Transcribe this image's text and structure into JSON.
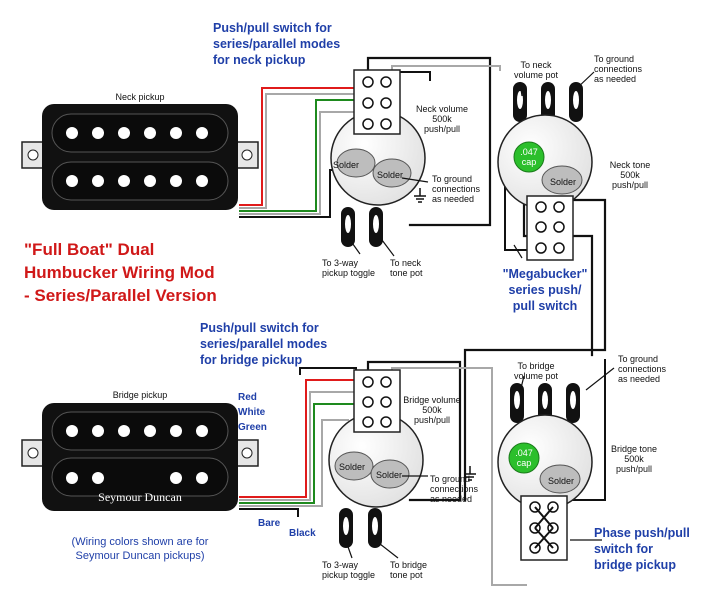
{
  "title": {
    "line1": "\"Full Boat\" Dual",
    "line2": "Humbucker Wiring Mod",
    "line3": "- Series/Parallel Version"
  },
  "neck": {
    "pickup_label": "Neck pickup",
    "callout": [
      "Push/pull switch for",
      "series/parallel modes",
      "for neck pickup"
    ],
    "volume": [
      "Neck volume",
      "500k",
      "push/pull"
    ],
    "tone": [
      "Neck tone",
      "500k",
      "push/pull"
    ],
    "to_neck_volume": [
      "To neck",
      "volume pot"
    ],
    "ground_top": [
      "To ground",
      "connections",
      "as needed"
    ],
    "ground_mid": [
      "To ground",
      "connections",
      "as needed"
    ],
    "to_toggle": [
      "To 3-way",
      "pickup toggle"
    ],
    "to_tone": [
      "To neck",
      "tone pot"
    ],
    "megabucker": [
      "\"Megabucker\"",
      "series push/",
      "pull switch"
    ]
  },
  "bridge": {
    "pickup_label": "Bridge pickup",
    "brand": "Seymour Duncan",
    "callout": [
      "Push/pull switch for",
      "series/parallel modes",
      "for bridge pickup"
    ],
    "volume": [
      "Bridge volume",
      "500k",
      "push/pull"
    ],
    "tone": [
      "Bridge tone",
      "500k",
      "push/pull"
    ],
    "to_bridge_volume": [
      "To bridge",
      "volume pot"
    ],
    "ground_top": [
      "To ground",
      "connections",
      "as needed"
    ],
    "ground_mid": [
      "To ground",
      "connections",
      "as needed"
    ],
    "to_toggle": [
      "To 3-way",
      "pickup toggle"
    ],
    "to_tone": [
      "To bridge",
      "tone pot"
    ],
    "phase": [
      "Phase push/pull",
      "switch for",
      "bridge pickup"
    ]
  },
  "wire_labels": {
    "red": "Red",
    "white": "White",
    "green": "Green",
    "bare": "Bare",
    "black": "Black"
  },
  "solder": "Solder",
  "cap": [
    ".047",
    "cap"
  ],
  "footnote": [
    "(Wiring colors shown are for",
    "Seymour Duncan pickups)"
  ],
  "colors": {
    "accent_blue": "#1f3fa8",
    "title_red": "#d01818",
    "wire_red": "#e01b1b",
    "wire_green": "#1e8a1e",
    "wire_gray": "#a8a8a8",
    "cap_green": "#2bbf2b"
  }
}
